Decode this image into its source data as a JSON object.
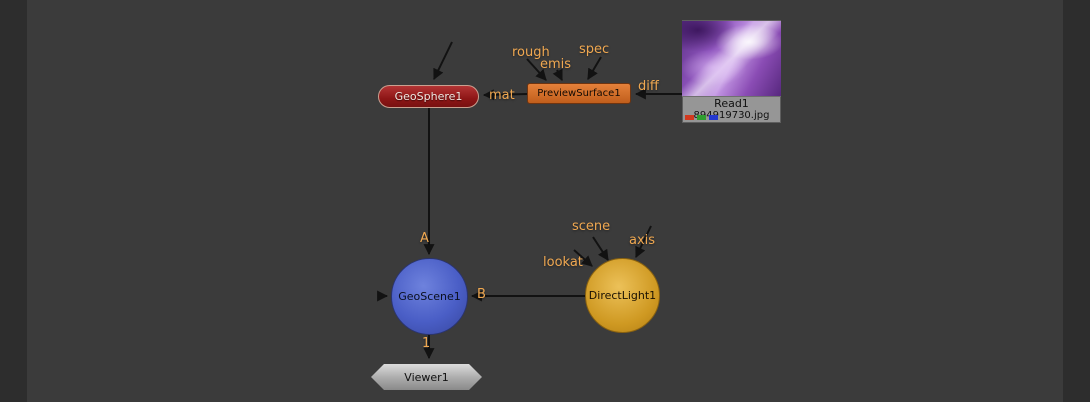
{
  "canvas": {
    "background": "#3b3b3b",
    "edge_color": "#2d2d2d",
    "wire_color": "#121212",
    "wire_label_color": "#f0a851"
  },
  "nodes": {
    "geosphere": {
      "label": "GeoSphere1",
      "color": "#8e1616"
    },
    "preview_surface": {
      "label": "PreviewSurface1",
      "color": "#cf6a24"
    },
    "read": {
      "label": "Read1",
      "filename": "894919730.jpg",
      "color": "#969696",
      "channel_colors": [
        "#d2391e",
        "#2f9e2f",
        "#2438cf"
      ]
    },
    "geoscene": {
      "label": "GeoScene1",
      "color": "#4a5ec6"
    },
    "directlight": {
      "label": "DirectLight1",
      "color": "#cf9922"
    },
    "viewer": {
      "label": "Viewer1",
      "color": "#b4b4b4"
    }
  },
  "wire_labels": {
    "rough": "rough",
    "emis": "emis",
    "spec": "spec",
    "diff": "diff",
    "mat": "mat",
    "scene": "scene",
    "axis": "axis",
    "lookat": "lookat",
    "a": "A",
    "b": "B",
    "one": "1"
  }
}
